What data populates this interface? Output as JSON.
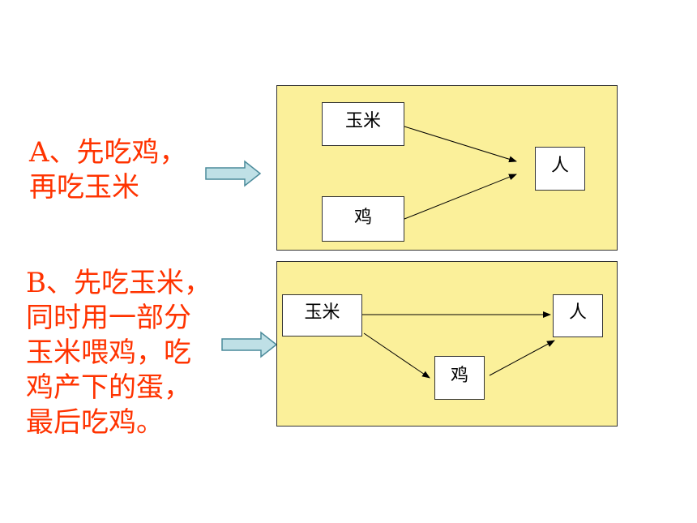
{
  "option_a": {
    "lines": [
      "A、先吃鸡，",
      "再吃玉米"
    ],
    "nodes": {
      "corn": "玉米",
      "chicken": "鸡",
      "person": "人"
    }
  },
  "option_b": {
    "lines": [
      "B、先吃玉米，",
      "同时用一部分",
      "玉米喂鸡，吃",
      "鸡产下的蛋，",
      "最后吃鸡。"
    ],
    "nodes": {
      "corn": "玉米",
      "chicken": "鸡",
      "person": "人"
    }
  },
  "colors": {
    "caption_text": "#ff3300",
    "panel_fill": "#fbf09a",
    "block_arrow_fill": "#bfe0e6",
    "block_arrow_stroke": "#4a8a9a"
  }
}
